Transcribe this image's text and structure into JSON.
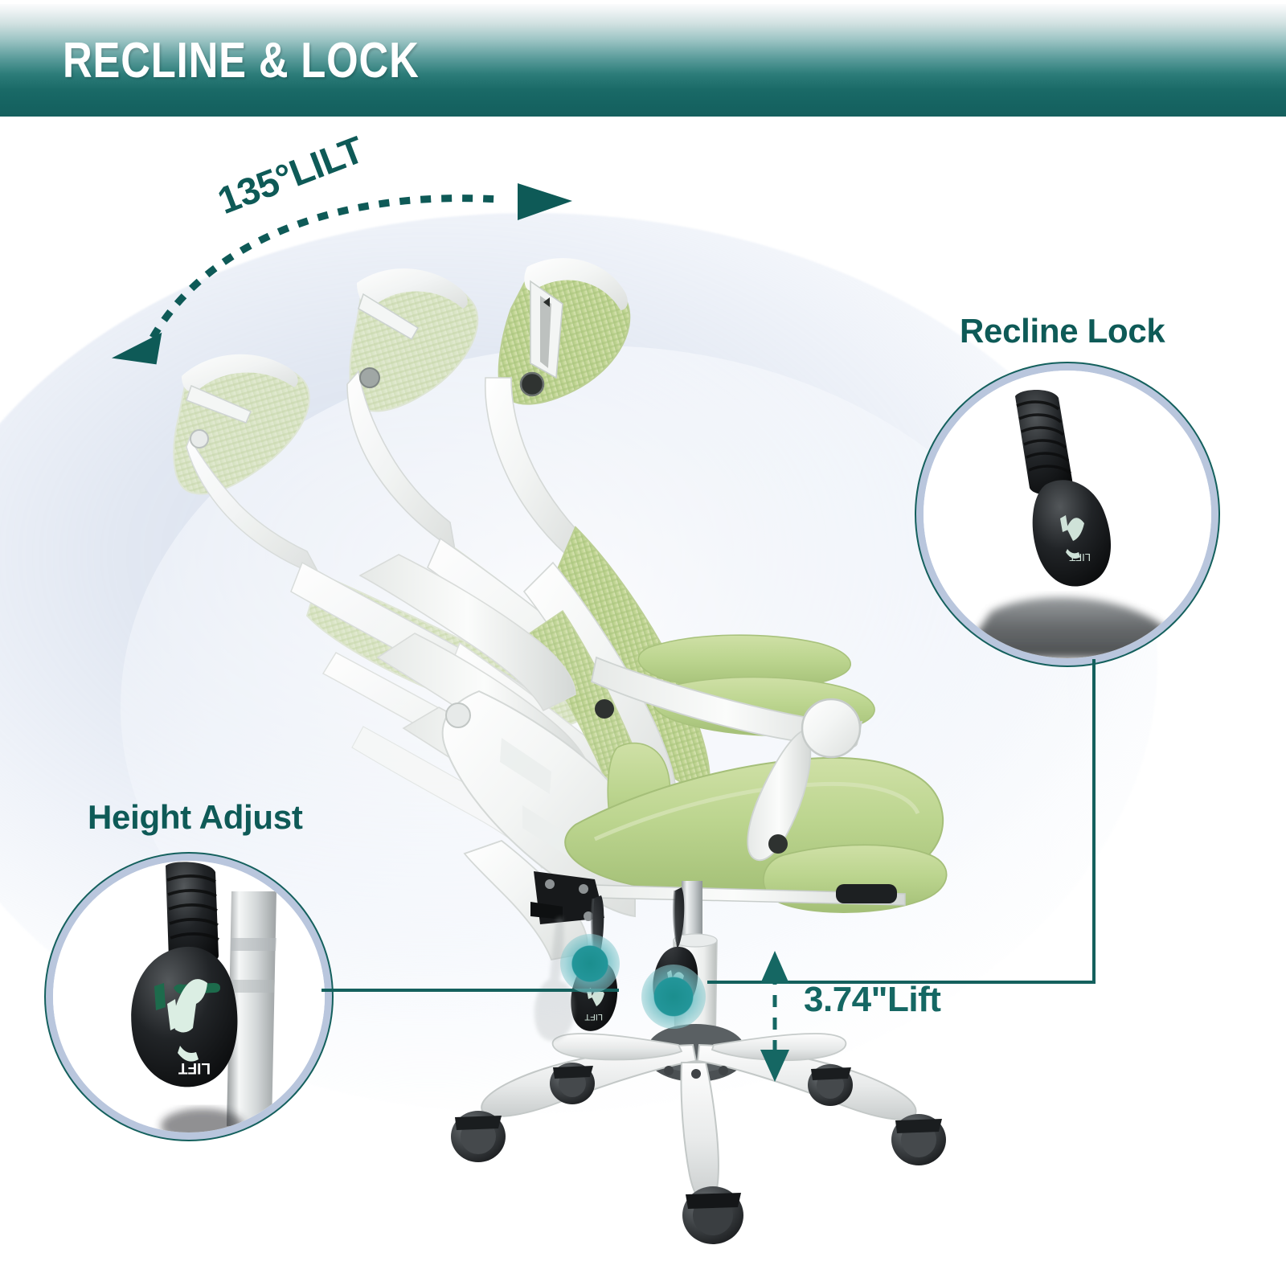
{
  "banner": {
    "title": "RECLINE & LOCK",
    "gradient_top": "#fbfcfd",
    "gradient_bottom": "#15605e"
  },
  "theme": {
    "teal": "#14605d",
    "teal_text": "#0e5a57",
    "ring_inner": "#b9c6dd",
    "mesh_green": "#c7d89a",
    "cushion_green": "#b7d189",
    "frame_white": "#f2f4f3",
    "hotspot": "#1b8e8e"
  },
  "annotations": {
    "tilt": {
      "label": "135°LILT",
      "arrow_style": "dotted-double-arrow-arc"
    },
    "lift": {
      "label": "3.74\"Lift",
      "arrow_style": "dashed-double-arrow-vertical"
    }
  },
  "callouts": [
    {
      "id": "recline-lock",
      "label": "Recline Lock",
      "lever_text": "LIFT",
      "lever_icon": "chair-lift-pictogram"
    },
    {
      "id": "height-adjust",
      "label": "Height Adjust",
      "lever_text": "LIFT",
      "lever_icon": "chair-lift-pictogram"
    }
  ],
  "product": {
    "name": "ergonomic-mesh-office-chair",
    "recline_positions": 3,
    "caster_count": 5
  }
}
